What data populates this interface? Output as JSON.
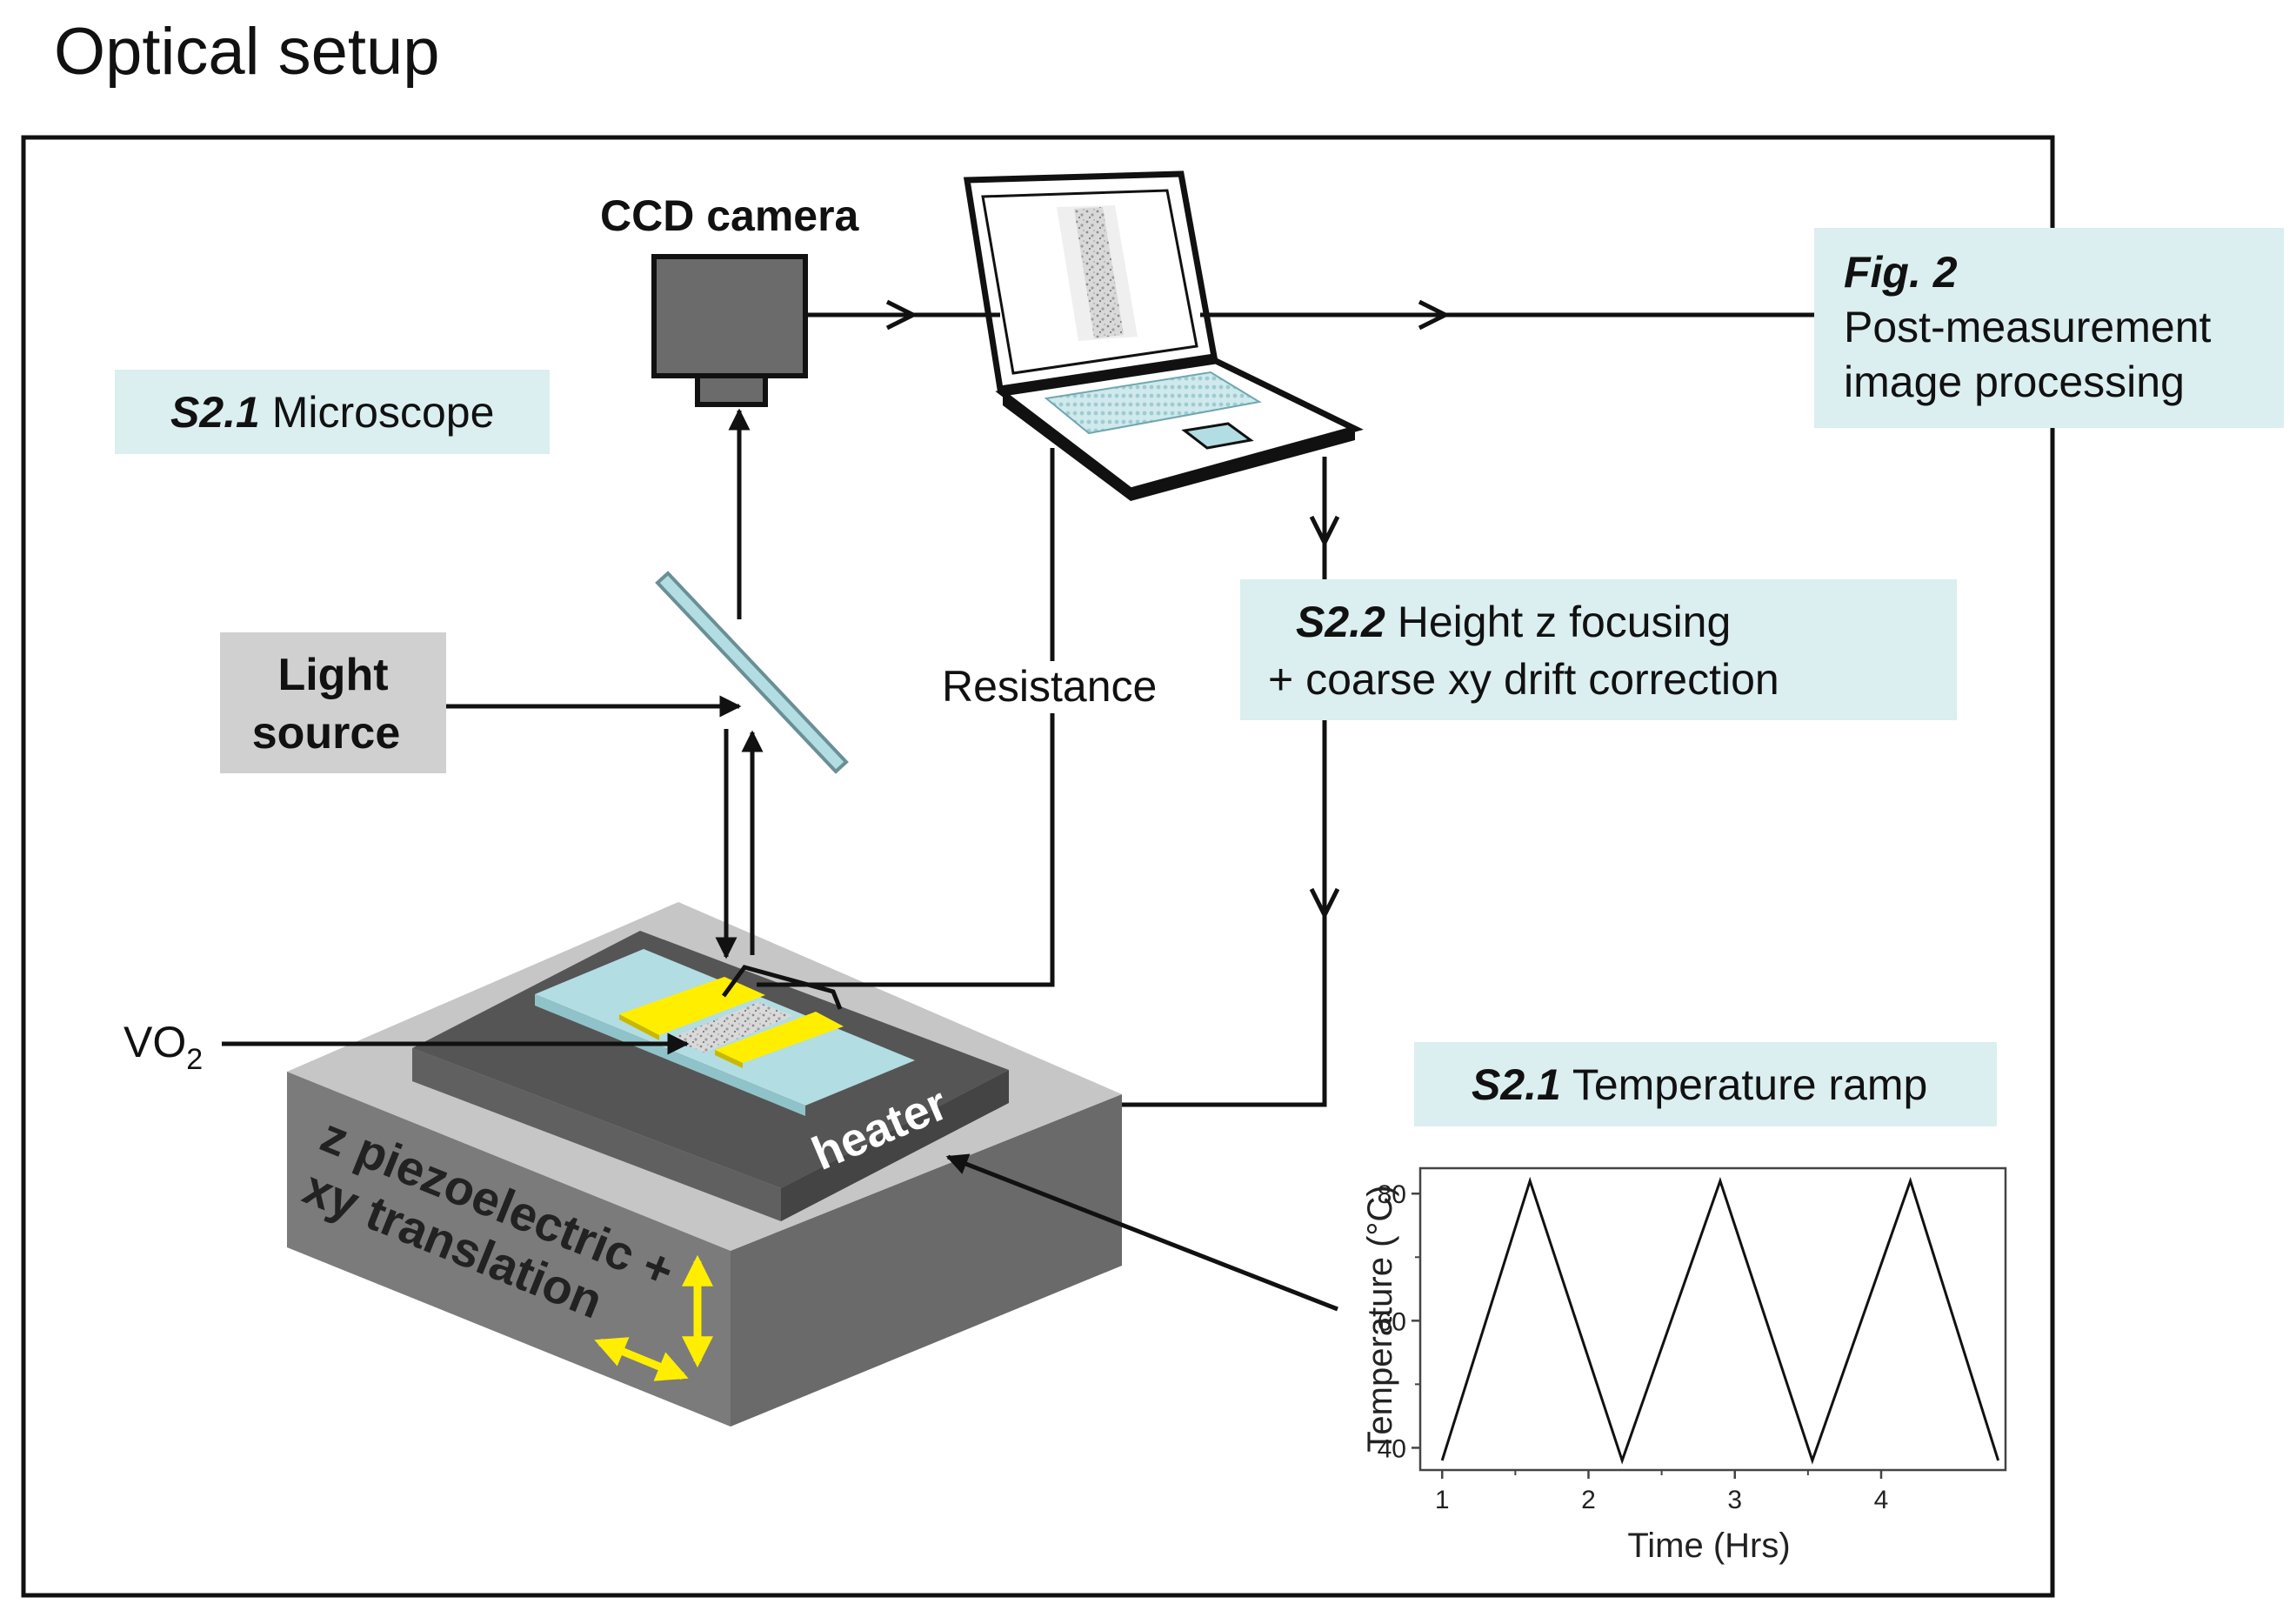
{
  "title": "Optical setup",
  "labels": {
    "ccd_camera": "CCD camera",
    "light_source_line1": "Light",
    "light_source_line2": "source",
    "resistance": "Resistance",
    "vo2_main": "VO",
    "vo2_sub": "2",
    "heater": "heater",
    "stage_line1": "z piezoelectric +",
    "stage_line2": "xy translation"
  },
  "boxes": {
    "microscope": {
      "tag": "S2.1",
      "text": " Microscope"
    },
    "fig2": {
      "tag": "Fig. 2",
      "line1": "Post-measurement",
      "line2": "image processing"
    },
    "focusing": {
      "tag": "S2.2",
      "line1": " Height z focusing",
      "line2": "+ coarse xy drift correction"
    },
    "temperature": {
      "tag": "S2.1",
      "text": " Temperature ramp"
    }
  },
  "colors": {
    "label_box": "#dbeef0",
    "light_box": "#d0d0d0",
    "stage_top": "#c6c6c6",
    "stage_front": "#7b7b7b",
    "stage_side": "#6a6a6a",
    "heater": "#555555",
    "substrate": "#b2dde2",
    "electrode": "#ffee00",
    "camera": "#6b6b6b"
  },
  "chart_data": {
    "type": "line",
    "xlabel": "Time (Hrs)",
    "ylabel": "Temperature (°C)",
    "xlim": [
      0.85,
      4.85
    ],
    "ylim": [
      36.5,
      84
    ],
    "x_ticks": [
      1,
      2,
      3,
      4
    ],
    "y_ticks": [
      40,
      60,
      80
    ],
    "series": [
      {
        "x": [
          1.0,
          1.6,
          2.23,
          2.9,
          3.53,
          4.2,
          4.8
        ],
        "y": [
          38,
          82,
          38,
          82,
          38,
          82,
          38
        ]
      }
    ]
  }
}
